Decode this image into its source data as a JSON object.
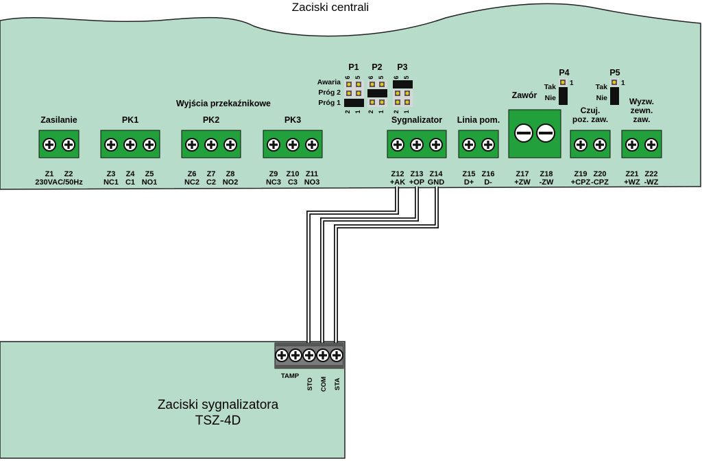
{
  "title": "Zaciski centrali",
  "colors": {
    "board": "#b7dcc9",
    "terminal": "#22a03c",
    "jumper": "#111111",
    "pin": "#e6c619"
  },
  "labels": {
    "outputs": "Wyjścia przekaźnikowe",
    "power": "Zasilanie",
    "pk1": "PK1",
    "pk2": "PK2",
    "pk3": "PK3",
    "siren": "Sygnalizator",
    "line": "Linia pom.",
    "valve": "Zawór",
    "sensor_l1": "Czuj.",
    "sensor_l2": "poz. zaw.",
    "ext_l1": "Wyzw.",
    "ext_l2": "zewn.",
    "ext_l3": "zaw."
  },
  "jumpers": {
    "p1": "P1",
    "p2": "P2",
    "p3": "P3",
    "p4": "P4",
    "p5": "P5",
    "pin6": "6",
    "pin5": "5",
    "pin2": "2",
    "pin1": "1",
    "awaria": "Awaria",
    "prog2": "Próg 2",
    "prog1": "Próg 1",
    "tak": "Tak",
    "nie": "Nie",
    "one": "1"
  },
  "terminals": {
    "z1": "Z1",
    "z2": "Z2",
    "z1_sub": "230VAC/50Hz",
    "z3": "Z3",
    "z4": "Z4",
    "z5": "Z5",
    "z3_sub": "NC1",
    "z4_sub": "C1",
    "z5_sub": "NO1",
    "z6": "Z6",
    "z7": "Z7",
    "z8": "Z8",
    "z6_sub": "NC2",
    "z7_sub": "C2",
    "z8_sub": "NO2",
    "z9": "Z9",
    "z10": "Z10",
    "z11": "Z11",
    "z9_sub": "NC3",
    "z10_sub": "C3",
    "z11_sub": "NO3",
    "z12": "Z12",
    "z13": "Z13",
    "z14": "Z14",
    "z12_sub": "+AK",
    "z13_sub": "+OP",
    "z14_sub": "GND",
    "z15": "Z15",
    "z16": "Z16",
    "z15_sub": "D+",
    "z16_sub": "D-",
    "z17": "Z17",
    "z18": "Z18",
    "z17_sub": "+ZW",
    "z18_sub": "-ZW",
    "z19": "Z19",
    "z20": "Z20",
    "z19_sub": "+CPZ",
    "z20_sub": "-CPZ",
    "z21": "Z21",
    "z22": "Z22",
    "z21_sub": "+WZ",
    "z22_sub": "-WZ"
  },
  "siren_board": {
    "title_l1": "Zaciski sygnalizatora",
    "title_l2": "TSZ-4D",
    "tamp": "TAMP",
    "sto": "STO",
    "com": "COM",
    "sta": "STA"
  }
}
